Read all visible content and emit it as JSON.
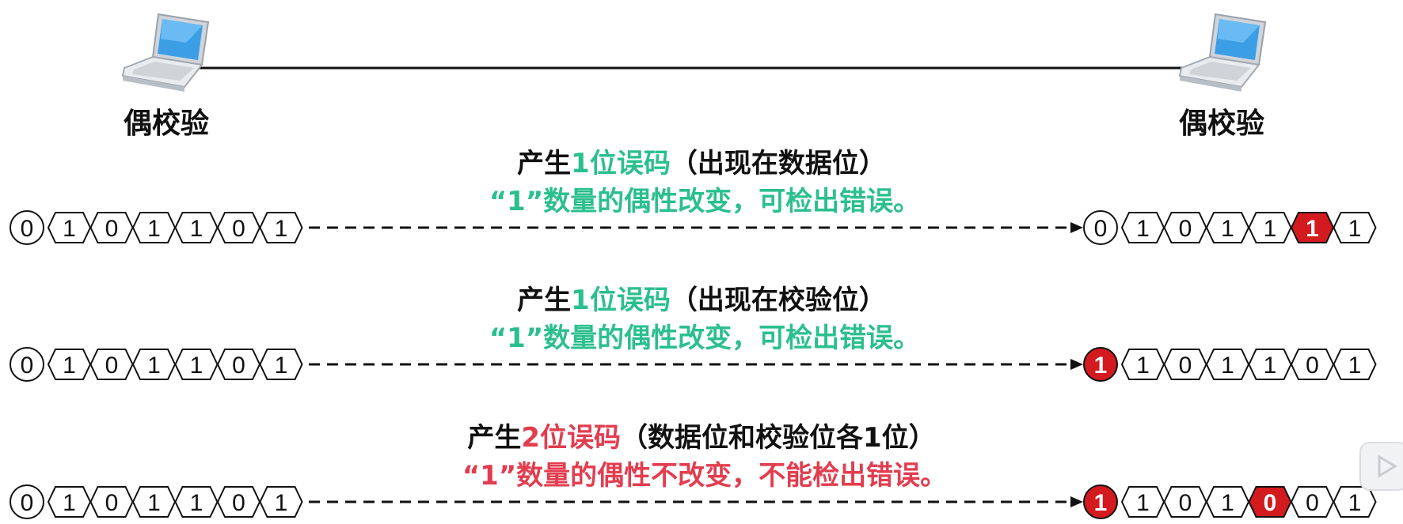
{
  "left_pc": {
    "label": "偶校验",
    "icon": "laptop-icon"
  },
  "right_pc": {
    "label": "偶校验",
    "icon": "laptop-icon"
  },
  "colors": {
    "green": "#2bbf8e",
    "red": "#e23d4f",
    "error_fill": "#d21a1f",
    "black": "#111111"
  },
  "rows": [
    {
      "title_prefix": "产生",
      "title_highlight": "1位误码",
      "title_suffix": "（出现在数据位）",
      "title_color": "green",
      "subtitle": "“1”数量的偶性改变，可检出错误。",
      "subtitle_color": "green",
      "sent_bits": [
        "0",
        "1",
        "0",
        "1",
        "1",
        "0",
        "1"
      ],
      "received_bits": [
        "0",
        "1",
        "0",
        "1",
        "1",
        "1",
        "1"
      ],
      "error_positions": [
        5
      ]
    },
    {
      "title_prefix": "产生",
      "title_highlight": "1位误码",
      "title_suffix": "（出现在校验位）",
      "title_color": "green",
      "subtitle": "“1”数量的偶性改变，可检出错误。",
      "subtitle_color": "green",
      "sent_bits": [
        "0",
        "1",
        "0",
        "1",
        "1",
        "0",
        "1"
      ],
      "received_bits": [
        "1",
        "1",
        "0",
        "1",
        "1",
        "0",
        "1"
      ],
      "error_positions": [
        0
      ]
    },
    {
      "title_prefix": "产生",
      "title_highlight": "2位误码",
      "title_suffix": "（数据位和校验位各1位）",
      "title_color": "red",
      "subtitle": "“1”数量的偶性不改变，不能检出错误。",
      "subtitle_color": "red",
      "sent_bits": [
        "0",
        "1",
        "0",
        "1",
        "1",
        "0",
        "1"
      ],
      "received_bits": [
        "1",
        "1",
        "0",
        "1",
        "0",
        "0",
        "1"
      ],
      "error_positions": [
        0,
        4
      ]
    }
  ]
}
